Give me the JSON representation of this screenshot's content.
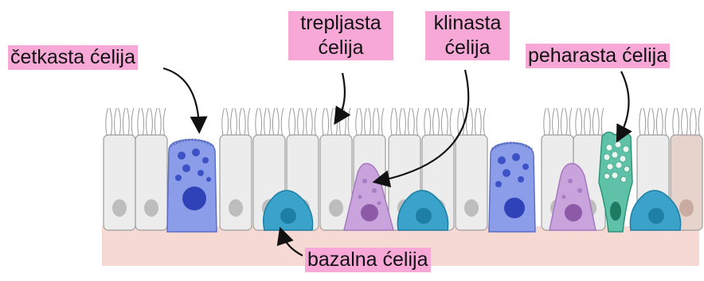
{
  "labels": {
    "cetkasta": "četkasta ćelija",
    "trepljasta_line1": "trepljasta",
    "trepljasta_line2": "ćelija",
    "klinasta_line1": "klinasta",
    "klinasta_line2": "ćelija",
    "peharasta": "peharasta ćelija",
    "bazalna": "bazalna ćelija"
  },
  "colors": {
    "label_bg": "#f7a8d6",
    "basement_membrane": "#f7d9d3",
    "columnar_cell": "#ececec",
    "brush_cell": "#8b9de8",
    "wedge_cell": "#c9a3db",
    "basal_cell": "#3ba3c9",
    "goblet_cell": "#5fc2a8"
  }
}
